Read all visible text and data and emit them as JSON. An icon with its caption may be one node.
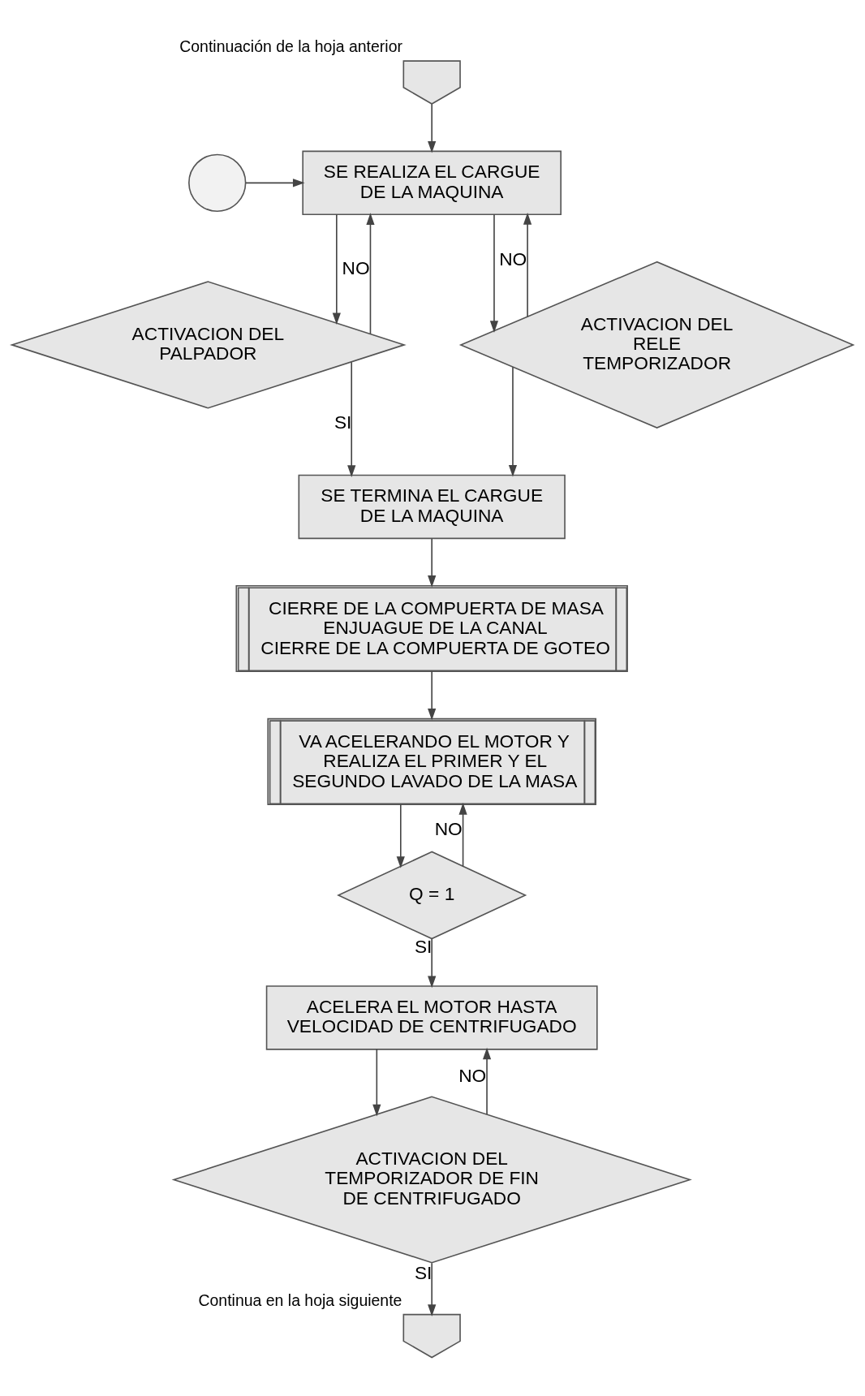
{
  "diagram": {
    "nodes": [
      {
        "text": [],
        "shape": "pentagon",
        "beside": [
          "Continuación de la hoja anterior"
        ]
      },
      {
        "text": [],
        "shape": "circle"
      },
      {
        "text": [
          "SE REALIZA EL CARGUE DE LA MAQUINA"
        ]
      },
      {
        "text": [
          "ACTIVACION DEL PALPADOR"
        ]
      },
      {
        "text": [
          "ACTIVACION DEL RELE TEMPORIZADOR"
        ]
      },
      {
        "text": [
          "SE TERMINA EL CARGUE DE LA MAQUINA"
        ]
      },
      {
        "text": [
          "CIERRE DE LA COMPUERTA DE MASA",
          "ENJUAGUE DE LA CANAL",
          "CIERRE DE LA COMPUERTA DE GOTEO"
        ]
      },
      {
        "text": [
          "VA ACELERANDO EL MOTOR Y REALIZA EL PRIMER Y EL SEGUNDO LAVADO DE LA MASA"
        ]
      },
      {
        "text": [
          "Q = 1"
        ]
      },
      {
        "text": [
          "ACELERA EL MOTOR HASTA VELOCIDAD DE CENTRIFUGADO"
        ]
      },
      {
        "text": [
          "ACTIVACION DEL TEMPORIZADOR DE FIN DE CENTRIFUGADO"
        ]
      },
      {
        "text": [],
        "shape": "pentagon",
        "beside": [
          "Continua en la hoja siguiente"
        ]
      }
    ],
    "edges": [
      {
        "from": 0,
        "to": 2,
        "arrow": "to"
      },
      {
        "from": 1,
        "to": 2,
        "arrow": "to"
      },
      {
        "from": 2,
        "to": 3,
        "arrow": "to"
      },
      {
        "from": 2,
        "to": 4,
        "arrow": "to"
      },
      {
        "from": 3,
        "to": 2,
        "arrow": "to",
        "label": "NO"
      },
      {
        "from": 4,
        "to": 2,
        "arrow": "to",
        "label": "NO"
      },
      {
        "from": 3,
        "to": 5,
        "arrow": "to",
        "label": "SI"
      },
      {
        "from": 4,
        "to": 5,
        "arrow": "to"
      },
      {
        "from": 5,
        "to": 6,
        "arrow": "to"
      },
      {
        "from": 6,
        "to": 7,
        "arrow": "to"
      },
      {
        "from": 7,
        "to": 8,
        "arrow": "to"
      },
      {
        "from": 8,
        "to": 7,
        "arrow": "to",
        "label": "NO"
      },
      {
        "from": 8,
        "to": 9,
        "arrow": "to",
        "label": "SI"
      },
      {
        "from": 9,
        "to": 10,
        "arrow": "to"
      },
      {
        "from": 10,
        "to": 9,
        "arrow": "to",
        "label": "NO"
      },
      {
        "from": 10,
        "to": 11,
        "arrow": "to",
        "label": "SI"
      }
    ]
  }
}
